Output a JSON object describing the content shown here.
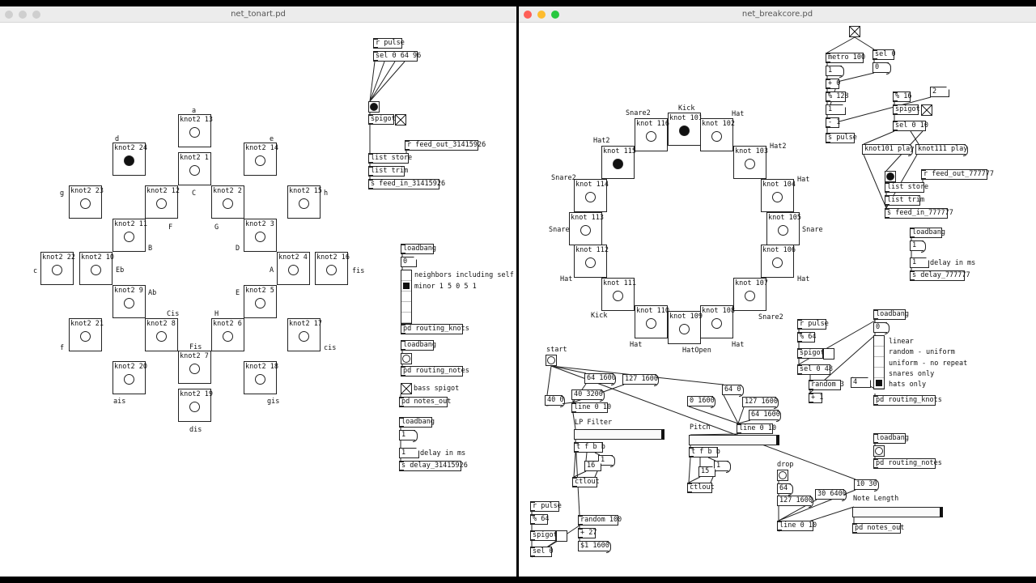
{
  "left": {
    "title": "net_tonart.pd",
    "knots": [
      {
        "label": "knot2 13",
        "active": false
      },
      {
        "label": "knot2 24",
        "active": true
      },
      {
        "label": "knot2 14",
        "active": false
      },
      {
        "label": "knot2 1",
        "active": false
      },
      {
        "label": "knot2 23",
        "active": false
      },
      {
        "label": "knot2 12",
        "active": false
      },
      {
        "label": "knot2 2",
        "active": false
      },
      {
        "label": "knot2 15",
        "active": false
      },
      {
        "label": "knot2 11",
        "active": false
      },
      {
        "label": "knot2 3",
        "active": false
      },
      {
        "label": "knot2 22",
        "active": false
      },
      {
        "label": "knot2 10",
        "active": false
      },
      {
        "label": "knot2 4",
        "active": false
      },
      {
        "label": "knot2 16",
        "active": false
      },
      {
        "label": "knot2 9",
        "active": false
      },
      {
        "label": "knot2 5",
        "active": false
      },
      {
        "label": "knot2 21",
        "active": false
      },
      {
        "label": "knot2 8",
        "active": false
      },
      {
        "label": "knot2 6",
        "active": false
      },
      {
        "label": "knot2 17",
        "active": false
      },
      {
        "label": "knot2 7",
        "active": false
      },
      {
        "label": "knot2 20",
        "active": false
      },
      {
        "label": "knot2 18",
        "active": false
      },
      {
        "label": "knot2 19",
        "active": false
      }
    ],
    "comments": [
      "a",
      "d",
      "e",
      "g",
      "C",
      "h",
      "F",
      "G",
      "B",
      "D",
      "c",
      "Eb",
      "A",
      "fis",
      "Ab",
      "E",
      "Cis",
      "H",
      "f",
      "Fis",
      "cis",
      "ais",
      "gis",
      "dis",
      "neighbors including self",
      "minor 1 5 0 5 1",
      "bass spigot",
      "delay in ms"
    ],
    "objects": [
      {
        "type": "obj",
        "text": "r pulse"
      },
      {
        "type": "obj",
        "text": "sel 0 64 96"
      },
      {
        "type": "bang",
        "on": true
      },
      {
        "type": "obj",
        "text": "spigot"
      },
      {
        "type": "toggle",
        "on": true
      },
      {
        "type": "obj",
        "text": "r feed_out_31415926"
      },
      {
        "type": "obj",
        "text": "list store"
      },
      {
        "type": "obj",
        "text": "list trim"
      },
      {
        "type": "obj",
        "text": "s feed_in_31415926"
      },
      {
        "type": "obj",
        "text": "loadbang"
      },
      {
        "type": "num",
        "text": "0"
      },
      {
        "type": "vradio",
        "cells": 5,
        "selected": 1
      },
      {
        "type": "obj",
        "text": "pd routing_knots"
      },
      {
        "type": "obj",
        "text": "loadbang"
      },
      {
        "type": "bang",
        "on": false
      },
      {
        "type": "obj",
        "text": "pd routing_notes"
      },
      {
        "type": "toggle",
        "on": true
      },
      {
        "type": "obj",
        "text": "pd notes_out"
      },
      {
        "type": "obj",
        "text": "loadbang"
      },
      {
        "type": "msg",
        "text": "1"
      },
      {
        "type": "num",
        "text": "1"
      },
      {
        "type": "obj",
        "text": "s delay_31415926"
      }
    ]
  },
  "right": {
    "title": "net_breakcore.pd",
    "knots": [
      {
        "label": "knot 101",
        "active": true
      },
      {
        "label": "knot 116",
        "active": false
      },
      {
        "label": "knot 102",
        "active": false
      },
      {
        "label": "knot 115",
        "active": true
      },
      {
        "label": "knot 103",
        "active": false
      },
      {
        "label": "knot 114",
        "active": false
      },
      {
        "label": "knot 104",
        "active": false
      },
      {
        "label": "knot 113",
        "active": false
      },
      {
        "label": "knot 105",
        "active": false
      },
      {
        "label": "knot 112",
        "active": false
      },
      {
        "label": "knot 106",
        "active": false
      },
      {
        "label": "knot 111",
        "active": false
      },
      {
        "label": "knot 107",
        "active": false
      },
      {
        "label": "knot 110",
        "active": false
      },
      {
        "label": "knot 108",
        "active": false
      },
      {
        "label": "knot 109",
        "active": false
      }
    ],
    "comments": [
      "Kick",
      "Snare2",
      "Hat",
      "Hat2",
      "Hat2",
      "Snare2",
      "Hat",
      "Snare",
      "Snare",
      "Hat",
      "Hat",
      "Kick",
      "Snare2",
      "Hat",
      "HatOpen",
      "Hat",
      "delay in ms",
      "linear",
      "random - uniform",
      "uniform - no repeat",
      "snares only",
      "hats only",
      "start",
      "LP Filter",
      "Pitch",
      "drop",
      "Note Length"
    ],
    "objects": [
      {
        "type": "toggle",
        "on": true
      },
      {
        "type": "obj",
        "text": "metro 100"
      },
      {
        "type": "obj",
        "text": "sel 0"
      },
      {
        "type": "msg",
        "text": "1"
      },
      {
        "type": "msg",
        "text": "0"
      },
      {
        "type": "obj",
        "text": "+ 0"
      },
      {
        "type": "obj",
        "text": "% 128"
      },
      {
        "type": "num",
        "text": "1"
      },
      {
        "type": "obj",
        "text": "- 1"
      },
      {
        "type": "obj",
        "text": "s pulse"
      },
      {
        "type": "obj",
        "text": "% 16"
      },
      {
        "type": "num",
        "text": "2"
      },
      {
        "type": "obj",
        "text": "spigot"
      },
      {
        "type": "toggle",
        "on": true
      },
      {
        "type": "obj",
        "text": "sel 0 10"
      },
      {
        "type": "msg",
        "text": "knot101 play"
      },
      {
        "type": "msg",
        "text": "knot111 play"
      },
      {
        "type": "bang",
        "on": true
      },
      {
        "type": "obj",
        "text": "r feed_out_777777"
      },
      {
        "type": "obj",
        "text": "list store"
      },
      {
        "type": "obj",
        "text": "list trim"
      },
      {
        "type": "obj",
        "text": "s feed_in_777777"
      },
      {
        "type": "obj",
        "text": "loadbang"
      },
      {
        "type": "msg",
        "text": "1"
      },
      {
        "type": "num",
        "text": "1"
      },
      {
        "type": "obj",
        "text": "s delay_777777"
      },
      {
        "type": "obj",
        "text": "loadbang"
      },
      {
        "type": "msg",
        "text": "0"
      },
      {
        "type": "vradio",
        "cells": 5,
        "selected": 4
      },
      {
        "type": "num",
        "text": "4"
      },
      {
        "type": "obj",
        "text": "pd routing_knots"
      },
      {
        "type": "obj",
        "text": "r pulse"
      },
      {
        "type": "obj",
        "text": "% 64"
      },
      {
        "type": "obj",
        "text": "spigot"
      },
      {
        "type": "toggle",
        "on": false
      },
      {
        "type": "obj",
        "text": "sel 0 48"
      },
      {
        "type": "obj",
        "text": "random 3"
      },
      {
        "type": "obj",
        "text": "+ 1"
      },
      {
        "type": "obj",
        "text": "loadbang"
      },
      {
        "type": "bang",
        "on": false
      },
      {
        "type": "obj",
        "text": "pd routing_notes"
      },
      {
        "type": "bang",
        "on": false
      },
      {
        "type": "msg",
        "text": "64 1600"
      },
      {
        "type": "msg",
        "text": "127 1600"
      },
      {
        "type": "msg",
        "text": "40 3200"
      },
      {
        "type": "msg",
        "text": "40 0"
      },
      {
        "type": "obj",
        "text": "line 0 10"
      },
      {
        "type": "hslider"
      },
      {
        "type": "obj",
        "text": "t f b b"
      },
      {
        "type": "msg",
        "text": "1"
      },
      {
        "type": "num",
        "text": "16"
      },
      {
        "type": "obj",
        "text": "ctlout"
      },
      {
        "type": "msg",
        "text": "64 0"
      },
      {
        "type": "msg",
        "text": "0 1600"
      },
      {
        "type": "msg",
        "text": "127 1600"
      },
      {
        "type": "msg",
        "text": "64 1600"
      },
      {
        "type": "obj",
        "text": "line 0 10"
      },
      {
        "type": "hslider"
      },
      {
        "type": "obj",
        "text": "t f b b"
      },
      {
        "type": "msg",
        "text": "1"
      },
      {
        "type": "num",
        "text": "15"
      },
      {
        "type": "obj",
        "text": "ctlout"
      },
      {
        "type": "bang",
        "on": false
      },
      {
        "type": "msg",
        "text": "64"
      },
      {
        "type": "msg",
        "text": "127 1600"
      },
      {
        "type": "msg",
        "text": "30 6400"
      },
      {
        "type": "msg",
        "text": "10 30"
      },
      {
        "type": "hslider"
      },
      {
        "type": "obj",
        "text": "line 0 10"
      },
      {
        "type": "obj",
        "text": "pd notes_out"
      },
      {
        "type": "obj",
        "text": "r pulse"
      },
      {
        "type": "obj",
        "text": "% 64"
      },
      {
        "type": "obj",
        "text": "spigot"
      },
      {
        "type": "toggle",
        "on": false
      },
      {
        "type": "obj",
        "text": "sel 0"
      },
      {
        "type": "obj",
        "text": "random 100"
      },
      {
        "type": "obj",
        "text": "+ 27"
      },
      {
        "type": "msg",
        "text": "$1 1600"
      }
    ]
  }
}
